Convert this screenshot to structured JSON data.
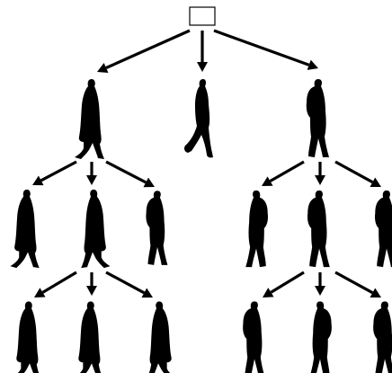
{
  "diagram": {
    "root": {
      "shape": "rectangle",
      "icon": "root-node-box"
    },
    "silhouette_icon": "walking-person-silhouette-outline",
    "levels": [
      {
        "level": 1,
        "branches": 1,
        "nodes_per_branch": 3
      },
      {
        "level": 2,
        "branches": 2,
        "nodes_per_branch": 3
      },
      {
        "level": 3,
        "branches": 2,
        "nodes_per_branch": 3
      }
    ],
    "colors": {
      "line": "#000000",
      "background": "#ffffff",
      "fill": "#ffffff"
    }
  }
}
